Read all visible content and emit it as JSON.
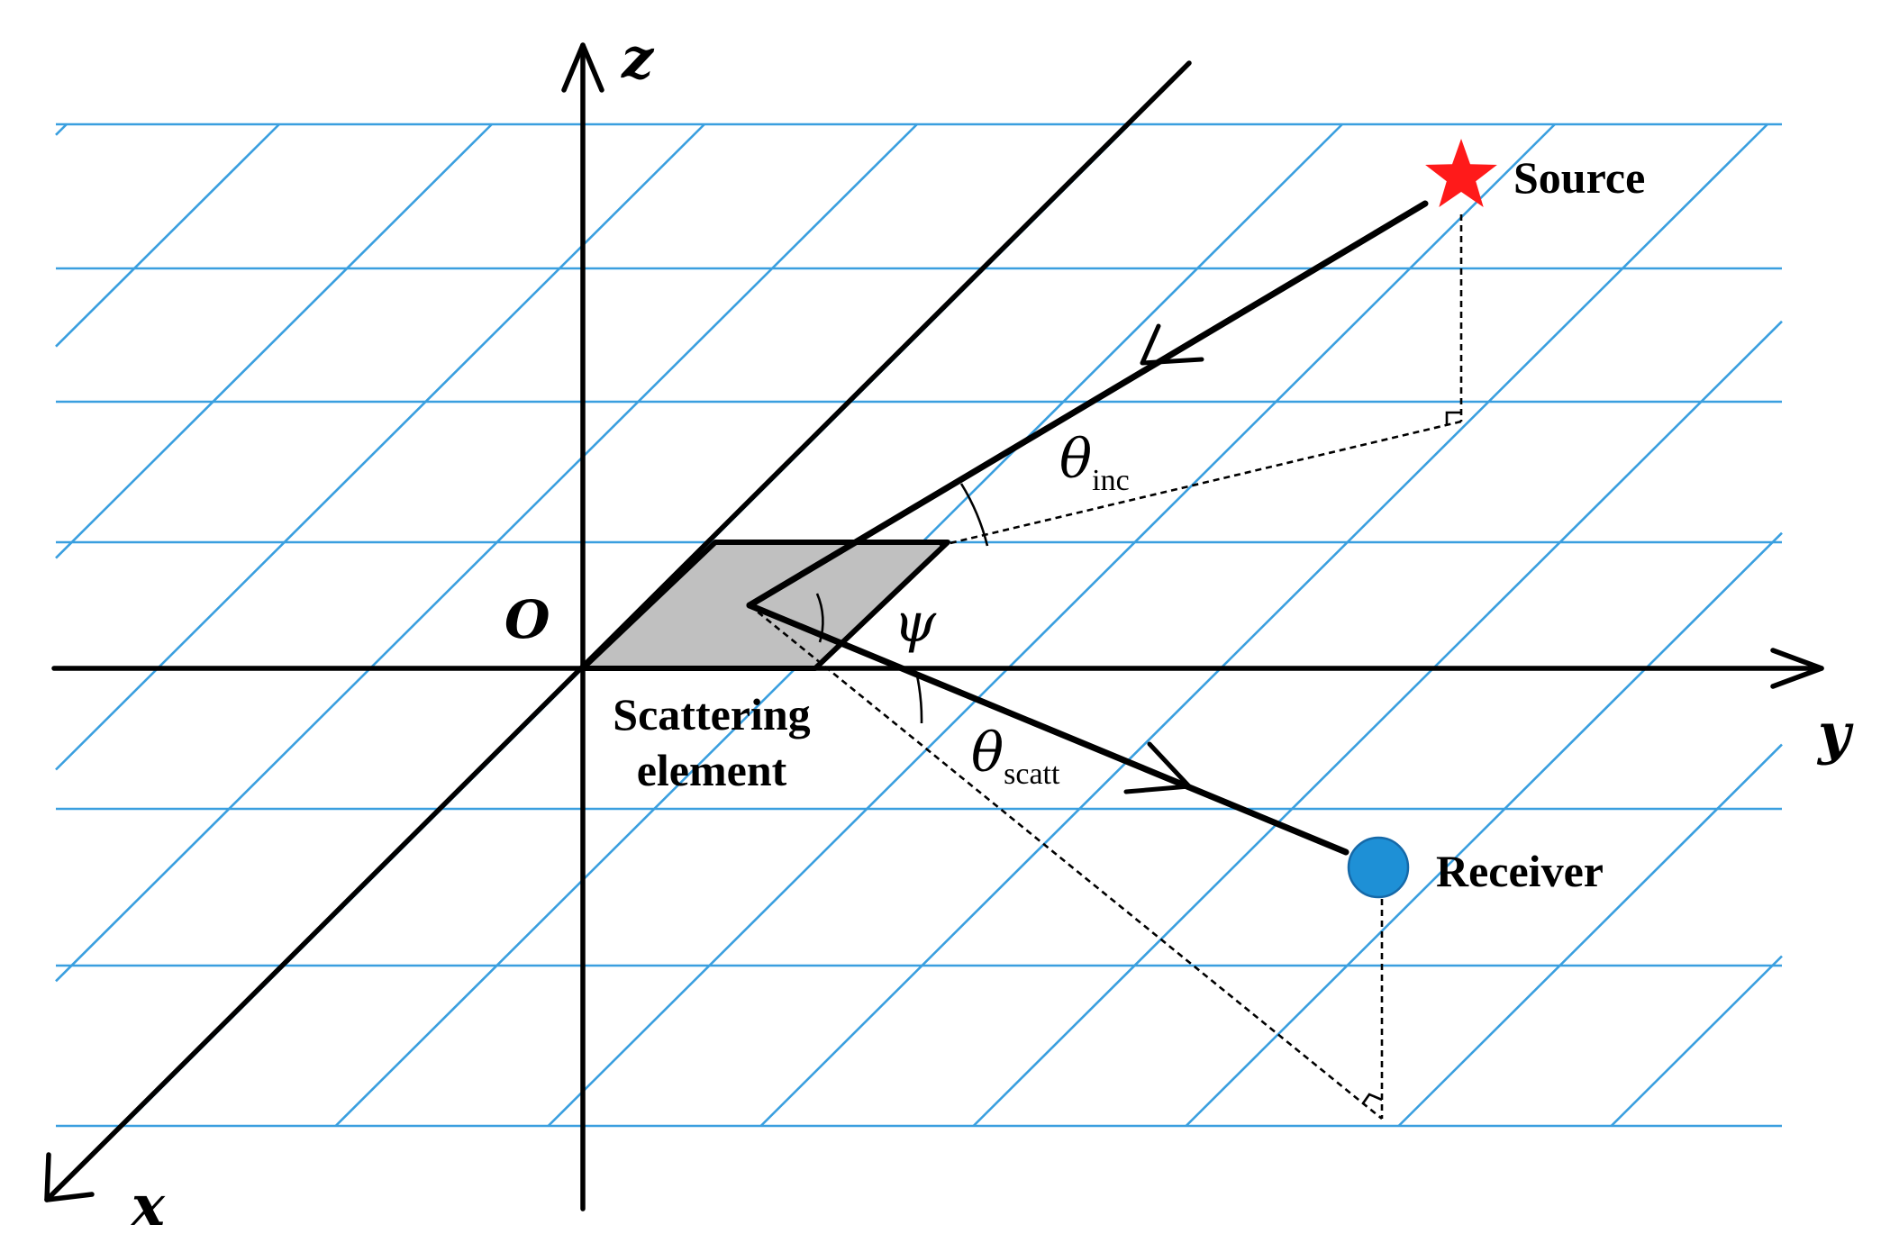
{
  "axes": {
    "z_label": "z",
    "y_label": "y",
    "x_label": "x",
    "origin_label": "O"
  },
  "points": {
    "source_label": "Source",
    "receiver_label": "Receiver"
  },
  "scattering_element": {
    "line1": "Scattering",
    "line2": "element"
  },
  "angles": {
    "inc_symbol": "θ",
    "inc_subscript": "inc",
    "scatt_symbol": "θ",
    "scatt_subscript": "scatt",
    "psi_symbol": "ψ"
  },
  "colors": {
    "grid": "#3a9fdf",
    "source_star": "#ff1a1a",
    "receiver_dot": "#1e90d6",
    "element_fill": "#c0c0c0"
  }
}
